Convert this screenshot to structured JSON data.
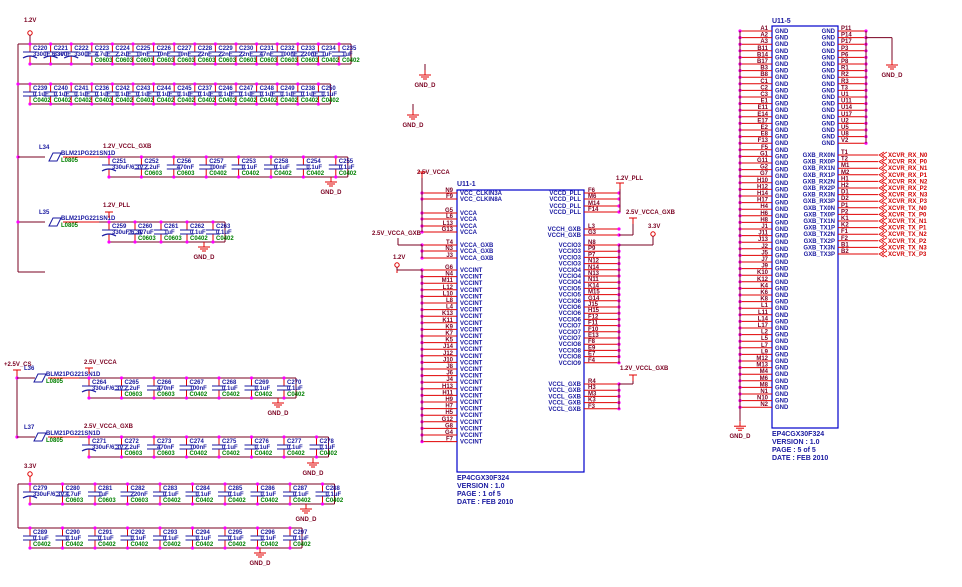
{
  "colors": {
    "wire": "#7a0020",
    "pin_line": "#e00000",
    "junction": "#ff00ff",
    "symbol_box": "#0000cc",
    "part_text": "#1a1aa0",
    "package_text": "#008000"
  },
  "rails": {
    "r1": {
      "net": "1.2V"
    },
    "r2": {
      "net": "1.2V_VCCL_GXB",
      "inductor": {
        "ref": "L34",
        "part": "BLM21PG221SN1D",
        "pkg": "L0805"
      }
    },
    "r3": {
      "net": "1.2V_PLL",
      "inductor": {
        "ref": "L35",
        "part": "BLM21PG221SN1D",
        "pkg": "L0805"
      }
    },
    "r4": {
      "src": "+2.5V_CS",
      "net": "2.5V_VCCA",
      "inductor": {
        "ref": "L36",
        "part": "BLM21PG221SN1D",
        "pkg": "L0805"
      }
    },
    "r5": {
      "net": "2.5V_VCCA_GXB",
      "inductor": {
        "ref": "L37",
        "part": "BLM21PG221SN1D",
        "pkg": "L0805"
      }
    },
    "r6": {
      "net": "3.3V"
    },
    "gnd": "GND_D"
  },
  "cap_rows": [
    {
      "id": "row1",
      "caps": [
        [
          "C220",
          "330uF 6.3V",
          ""
        ],
        [
          "C221",
          "330uF",
          ""
        ],
        [
          "C222",
          "330uF",
          ""
        ],
        [
          "C223",
          "4.7uF",
          "C0603"
        ],
        [
          "C224",
          "2.2uF",
          "C0603"
        ],
        [
          "C225",
          "10nF",
          "C0603"
        ],
        [
          "C226",
          "10nF",
          "C0603"
        ],
        [
          "C227",
          "10nF",
          "C0603"
        ],
        [
          "C228",
          "22nF",
          "C0603"
        ],
        [
          "C229",
          "22nF",
          "C0603"
        ],
        [
          "C230",
          "22nF",
          "C0603"
        ],
        [
          "C231",
          "47nF",
          "C0603"
        ],
        [
          "C232",
          "100nF",
          "C0603"
        ],
        [
          "C233",
          "220nF",
          "C0603"
        ],
        [
          "C234",
          "1uF",
          "C0402"
        ],
        [
          "C235",
          "1uF",
          "C0402"
        ]
      ]
    },
    {
      "id": "row2",
      "caps": [
        [
          "C239",
          "0.1uF",
          "C0402"
        ],
        [
          "C240",
          "0.1uF",
          "C0402"
        ],
        [
          "C241",
          "0.1uF",
          "C0402"
        ],
        [
          "C236",
          "0.1uF",
          "C0402"
        ],
        [
          "C242",
          "0.1uF",
          "C0402"
        ],
        [
          "C243",
          "0.1uF",
          "C0402"
        ],
        [
          "C244",
          "0.1uF",
          "C0402"
        ],
        [
          "C245",
          "0.1uF",
          "C0402"
        ],
        [
          "C237",
          "0.1uF",
          "C0402"
        ],
        [
          "C246",
          "0.1uF",
          "C0402"
        ],
        [
          "C247",
          "0.1uF",
          "C0402"
        ],
        [
          "C248",
          "0.1uF",
          "C0402"
        ],
        [
          "C249",
          "0.1uF",
          "C0402"
        ],
        [
          "C238",
          "0.1uF",
          "C0402"
        ],
        [
          "C250",
          "0.1uF",
          "C0402"
        ]
      ]
    },
    {
      "id": "row3",
      "caps": [
        [
          "C251",
          "330uF/6.3V",
          ""
        ],
        [
          "C252",
          "2.2uF",
          "C0603"
        ],
        [
          "C256",
          "470nF",
          "C0603"
        ],
        [
          "C257",
          "100nF",
          "C0402"
        ],
        [
          "C253",
          "0.1uF",
          "C0402"
        ],
        [
          "C258",
          "0.1uF",
          "C0402"
        ],
        [
          "C254",
          "0.1uF",
          "C0402"
        ],
        [
          "C255",
          "0.1uF",
          "C0402"
        ]
      ]
    },
    {
      "id": "row4",
      "caps": [
        [
          "C259",
          "330uF/6.3V",
          ""
        ],
        [
          "C260",
          "4.7uF",
          "C0603"
        ],
        [
          "C261",
          "1uF",
          "C0603"
        ],
        [
          "C262",
          "0.1uF",
          "C0402"
        ],
        [
          "C263",
          "0.1uF",
          "C0402"
        ]
      ]
    },
    {
      "id": "row5",
      "caps": [
        [
          "C264",
          "330uF/6.3V",
          ""
        ],
        [
          "C265",
          "2.2uF",
          "C0603"
        ],
        [
          "C266",
          "470nF",
          "C0603"
        ],
        [
          "C267",
          "100nF",
          "C0402"
        ],
        [
          "C268",
          "0.1uF",
          "C0402"
        ],
        [
          "C269",
          "0.1uF",
          "C0402"
        ],
        [
          "C270",
          "0.1uF",
          "C0402"
        ]
      ]
    },
    {
      "id": "row6",
      "caps": [
        [
          "C271",
          "330uF/6.3V",
          ""
        ],
        [
          "C272",
          "2.2uF",
          "C0603"
        ],
        [
          "C273",
          "470nF",
          "C0603"
        ],
        [
          "C274",
          "100nF",
          "C0402"
        ],
        [
          "C275",
          "0.1uF",
          "C0402"
        ],
        [
          "C276",
          "0.1uF",
          "C0402"
        ],
        [
          "C277",
          "0.1uF",
          "C0402"
        ],
        [
          "C278",
          "0.1uF",
          "C0402"
        ]
      ]
    },
    {
      "id": "row7",
      "caps": [
        [
          "C279",
          "330uF/6.3V",
          ""
        ],
        [
          "C280",
          "4.7uF",
          "C0603"
        ],
        [
          "C281",
          "1uF",
          "C0603"
        ],
        [
          "C282",
          "220nF",
          "C0603"
        ],
        [
          "C283",
          "0.1uF",
          "C0402"
        ],
        [
          "C284",
          "0.1uF",
          "C0402"
        ],
        [
          "C285",
          "0.1uF",
          "C0402"
        ],
        [
          "C286",
          "0.1uF",
          "C0402"
        ],
        [
          "C287",
          "0.1uF",
          "C0402"
        ],
        [
          "C288",
          "0.1uF",
          "C0402"
        ]
      ]
    },
    {
      "id": "row8",
      "caps": [
        [
          "C289",
          "0.1uF",
          "C0402"
        ],
        [
          "C290",
          "0.1uF",
          "C0402"
        ],
        [
          "C291",
          "0.1uF",
          "C0402"
        ],
        [
          "C292",
          "0.1uF",
          "C0402"
        ],
        [
          "C293",
          "0.1uF",
          "C0402"
        ],
        [
          "C294",
          "0.1uF",
          "C0402"
        ],
        [
          "C295",
          "0.1uF",
          "C0402"
        ],
        [
          "C296",
          "0.1uF",
          "C0402"
        ],
        [
          "C297",
          "0.1uF",
          "C0402"
        ]
      ]
    }
  ],
  "u1": {
    "ref": "U11-1",
    "part": "EP4CGX30F324",
    "version": "VERSION : 1.0",
    "page": "PAGE : 1 of 5",
    "date": "DATE : FEB 2010",
    "nets": {
      "vcca": "2.5V_VCCA",
      "vcca_gxb": "2.5V_VCCA_GXB",
      "vccint": "1.2V",
      "pll": "1.2V_PLL",
      "vcch": "2.5V_VCCA_GXB",
      "vccio": "3.3V",
      "vccl": "1.2V_VCCL_GXB"
    },
    "left": [
      [
        "N9",
        "VCC_CLKIN3A"
      ],
      [
        "F9",
        "VCC_CLKIN8A"
      ],
      [
        "G5",
        "VCCA"
      ],
      [
        "L6",
        "VCCA"
      ],
      [
        "L13",
        "VCCA"
      ],
      [
        "G13",
        "VCCA"
      ],
      [
        "T4",
        "VCCA_GXB"
      ],
      [
        "N3",
        "VCCA_GXB"
      ],
      [
        "J3",
        "VCCA_GXB"
      ],
      [
        "G6",
        "VCCINT"
      ],
      [
        "N4",
        "VCCINT"
      ],
      [
        "M11",
        "VCCINT"
      ],
      [
        "L12",
        "VCCINT"
      ],
      [
        "L10",
        "VCCINT"
      ],
      [
        "L8",
        "VCCINT"
      ],
      [
        "L4",
        "VCCINT"
      ],
      [
        "K13",
        "VCCINT"
      ],
      [
        "K11",
        "VCCINT"
      ],
      [
        "K9",
        "VCCINT"
      ],
      [
        "K7",
        "VCCINT"
      ],
      [
        "K5",
        "VCCINT"
      ],
      [
        "J14",
        "VCCINT"
      ],
      [
        "J12",
        "VCCINT"
      ],
      [
        "J10",
        "VCCINT"
      ],
      [
        "J8",
        "VCCINT"
      ],
      [
        "J6",
        "VCCINT"
      ],
      [
        "J4",
        "VCCINT"
      ],
      [
        "H13",
        "VCCINT"
      ],
      [
        "H11",
        "VCCINT"
      ],
      [
        "H9",
        "VCCINT"
      ],
      [
        "H7",
        "VCCINT"
      ],
      [
        "H5",
        "VCCINT"
      ],
      [
        "G12",
        "VCCINT"
      ],
      [
        "G8",
        "VCCINT"
      ],
      [
        "G4",
        "VCCINT"
      ],
      [
        "F7",
        "VCCINT"
      ]
    ],
    "right": [
      [
        "F6",
        "VCCD_PLL"
      ],
      [
        "M6",
        "VCCD_PLL"
      ],
      [
        "M14",
        "VCCD_PLL"
      ],
      [
        "F14",
        "VCCD_PLL"
      ],
      [
        "L3",
        "VCCH_GXB"
      ],
      [
        "G3",
        "VCCH_GXB"
      ],
      [
        "N8",
        "VCCIO3"
      ],
      [
        "P9",
        "VCCIO3"
      ],
      [
        "P7",
        "VCCIO3"
      ],
      [
        "N12",
        "VCCIO3"
      ],
      [
        "N14",
        "VCCIO4"
      ],
      [
        "N13",
        "VCCIO4"
      ],
      [
        "N11",
        "VCCIO4"
      ],
      [
        "K14",
        "VCCIO5"
      ],
      [
        "M15",
        "VCCIO5"
      ],
      [
        "G14",
        "VCCIO6"
      ],
      [
        "J15",
        "VCCIO6"
      ],
      [
        "H15",
        "VCCIO6"
      ],
      [
        "F12",
        "VCCIO6"
      ],
      [
        "F11",
        "VCCIO7"
      ],
      [
        "F10",
        "VCCIO7"
      ],
      [
        "E13",
        "VCCIO7"
      ],
      [
        "F8",
        "VCCIO8"
      ],
      [
        "E9",
        "VCCIO8"
      ],
      [
        "E7",
        "VCCIO8"
      ],
      [
        "F4",
        "VCCIO9"
      ],
      [
        "R4",
        "VCCL_GXB"
      ],
      [
        "H3",
        "VCCL_GXB"
      ],
      [
        "M3",
        "VCCL_GXB"
      ],
      [
        "K3",
        "VCCL_GXB"
      ],
      [
        "F3",
        "VCCL_GXB"
      ]
    ]
  },
  "u5": {
    "ref": "U11-5",
    "part": "EP4CGX30F324",
    "version": "VERSION : 1.0",
    "page": "PAGE : 5 of 5",
    "date": "DATE : FEB 2010",
    "left": [
      "A1",
      "A2",
      "A3",
      "B11",
      "B14",
      "B17",
      "B3",
      "B8",
      "C1",
      "C2",
      "C3",
      "E1",
      "E11",
      "E14",
      "E17",
      "E2",
      "E8",
      "F13",
      "F5",
      "G1",
      "G11",
      "G2",
      "G7",
      "H10",
      "H12",
      "H14",
      "H17",
      "H4",
      "H6",
      "H8",
      "J1",
      "J11",
      "J13",
      "J2",
      "J5",
      "J7",
      "J9",
      "K10",
      "K12",
      "K4",
      "K6",
      "K8",
      "L1",
      "L11",
      "L14",
      "L17",
      "L2",
      "L5",
      "L7",
      "L9",
      "M12",
      "M13",
      "M4",
      "M6",
      "M8",
      "N1",
      "N10",
      "N2"
    ],
    "right_gnd": [
      "P11",
      "P14",
      "P17",
      "P3",
      "P6",
      "P8",
      "R1",
      "R2",
      "R3",
      "T3",
      "U1",
      "U11",
      "U14",
      "U17",
      "U2",
      "U5",
      "U8",
      "V2"
    ],
    "right_sig": [
      [
        "T1",
        "GXB_RX0N",
        "XCVR_RX_N0"
      ],
      [
        "T2",
        "GXB_RX0P",
        "XCVR_RX_P0"
      ],
      [
        "M1",
        "GXB_RX1N",
        "XCVR_RX_N1"
      ],
      [
        "M2",
        "GXB_RX1P",
        "XCVR_RX_P1"
      ],
      [
        "H1",
        "GXB_RX2N",
        "XCVR_RX_N2"
      ],
      [
        "H2",
        "GXB_RX2P",
        "XCVR_RX_P2"
      ],
      [
        "D1",
        "GXB_RX3N",
        "XCVR_RX_N3"
      ],
      [
        "D2",
        "GXB_RX3P",
        "XCVR_RX_P3"
      ],
      [
        "P1",
        "GXB_TX0N",
        "XCVR_TX_N0"
      ],
      [
        "P2",
        "GXB_TX0P",
        "XCVR_TX_P0"
      ],
      [
        "K1",
        "GXB_TX1N",
        "XCVR_TX_N1"
      ],
      [
        "K2",
        "GXB_TX1P",
        "XCVR_TX_P1"
      ],
      [
        "F1",
        "GXB_TX2N",
        "XCVR_TX_N2"
      ],
      [
        "F2",
        "GXB_TX2P",
        "XCVR_TX_P2"
      ],
      [
        "B1",
        "GXB_TX3N",
        "XCVR_TX_N3"
      ],
      [
        "B2",
        "GXB_TX3P",
        "XCVR_TX_P3"
      ]
    ],
    "gnd_label": "GND"
  }
}
